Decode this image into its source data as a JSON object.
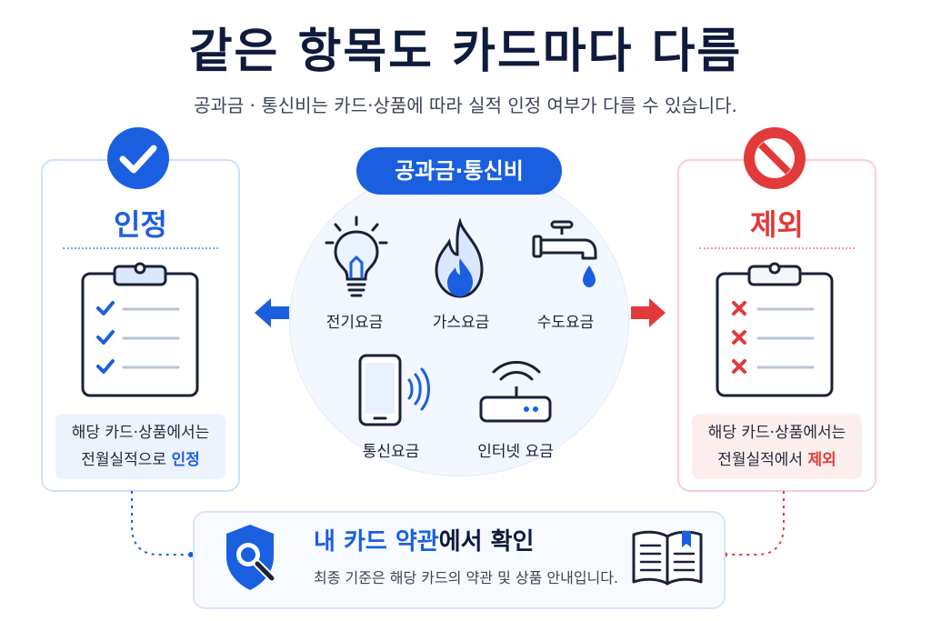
{
  "title": "같은 항목도 카드마다 다름",
  "subtitle": "공과금 · 통신비는 카드·상품에 따라 실적 인정 여부가 다를 수 있습니다.",
  "center": {
    "pill_label": "공과금·통신비",
    "items": [
      {
        "label": "전기요금",
        "icon": "lightbulb-icon"
      },
      {
        "label": "가스요금",
        "icon": "flame-icon"
      },
      {
        "label": "수도요금",
        "icon": "faucet-icon"
      },
      {
        "label": "통신요금",
        "icon": "smartphone-icon"
      },
      {
        "label": "인터넷 요금",
        "icon": "router-icon"
      }
    ]
  },
  "left_panel": {
    "title": "인정",
    "box_line1": "해당 카드·상품에서는",
    "box_line2_prefix": "전월실적으로 ",
    "box_line2_highlight": "인정",
    "accent": "#1a5fe0"
  },
  "right_panel": {
    "title": "제외",
    "box_line1": "해당 카드·상품에서는",
    "box_line2_prefix": "전월실적에서 ",
    "box_line2_highlight": "제외",
    "accent": "#e23a3a"
  },
  "bottom": {
    "title_highlight": "내 카드 약관",
    "title_rest": "에서 확인",
    "note": "최종 기준은 해당 카드의 약관 및 상품 안내입니다."
  }
}
